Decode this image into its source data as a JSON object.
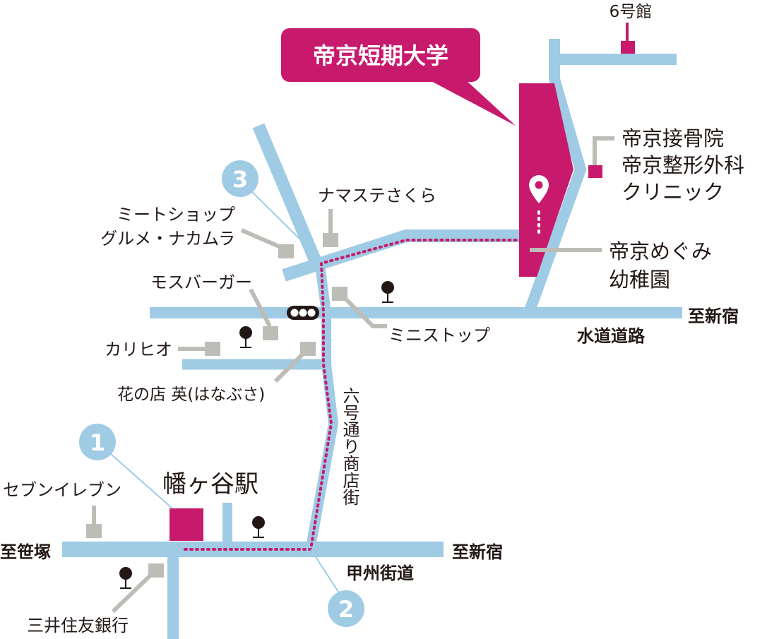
{
  "campus": {
    "name": "帝京短期大学",
    "color": "#c71a6c"
  },
  "labels": {
    "building6": "6号館",
    "clinic_line1": "帝京接骨院",
    "clinic_line2": "帝京整形外科",
    "clinic_line3": "クリニック",
    "kindergarten_line1": "帝京めぐみ",
    "kindergarten_line2": "幼稚園",
    "namaste": "ナマステさくら",
    "meatshop_line1": "ミートショップ",
    "meatshop_line2": "グルメ・ナカムラ",
    "mos": "モスバーガー",
    "ministop": "ミニストップ",
    "karihio": "カリヒオ",
    "flower": "花の店 英(はなぶさ)",
    "to_shinjuku_top": "至新宿",
    "suido_road": "水道道路",
    "shotengai": "六号通り商店街",
    "station": "幡ヶ谷駅",
    "seven": "セブンイレブン",
    "to_sasazuka": "至笹塚",
    "to_shinjuku_bottom": "至新宿",
    "koshu_kaido": "甲州街道",
    "bank": "三井住友銀行"
  },
  "exits": [
    "1",
    "2",
    "3"
  ],
  "colors": {
    "road": "#9fcbe5",
    "accent": "#c71a6c",
    "marker": "#bdbcb6",
    "exit_circle": "#9fcbe5"
  }
}
